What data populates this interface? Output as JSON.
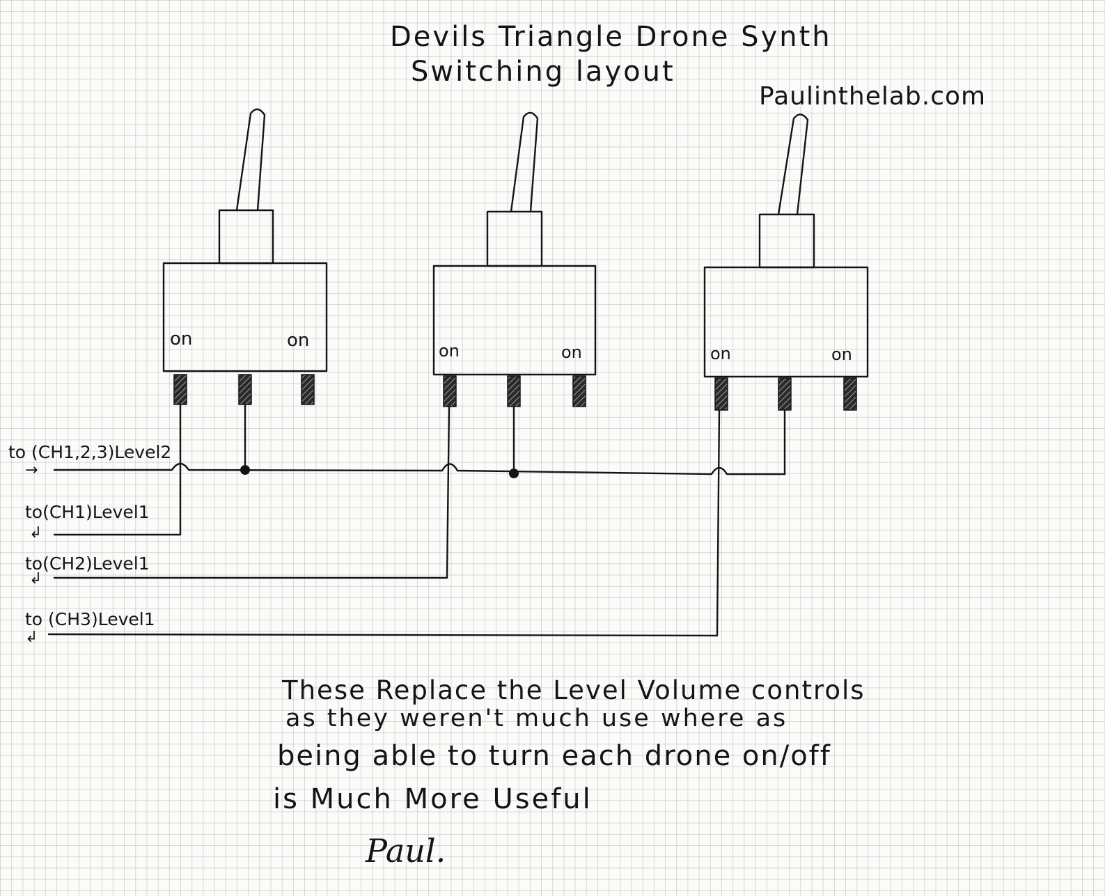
{
  "title": {
    "line1": "Devils Triangle Drone Synth",
    "line2": "Switching layout",
    "website": "Paulinthelab.com"
  },
  "switches": [
    {
      "left_label": "on",
      "right_label": "on"
    },
    {
      "left_label": "on",
      "right_label": "on"
    },
    {
      "left_label": "on",
      "right_label": "on"
    }
  ],
  "wire_labels": [
    {
      "text": "to (CH1,2,3)Level2",
      "arrow": "→"
    },
    {
      "text": "to(CH1)Level1",
      "arrow": "↲"
    },
    {
      "text": "to(CH2)Level1",
      "arrow": "↲"
    },
    {
      "text": "to (CH3)Level1",
      "arrow": "↲"
    }
  ],
  "note": {
    "lines": [
      "These Replace the Level Volume controls",
      "as they weren't much use where as",
      "being able to turn each drone on/off",
      "is Much More Useful"
    ],
    "signature": "Paul."
  },
  "colors": {
    "ink": "#141414",
    "paper": "#fbfbf9",
    "grid": "#969696"
  }
}
